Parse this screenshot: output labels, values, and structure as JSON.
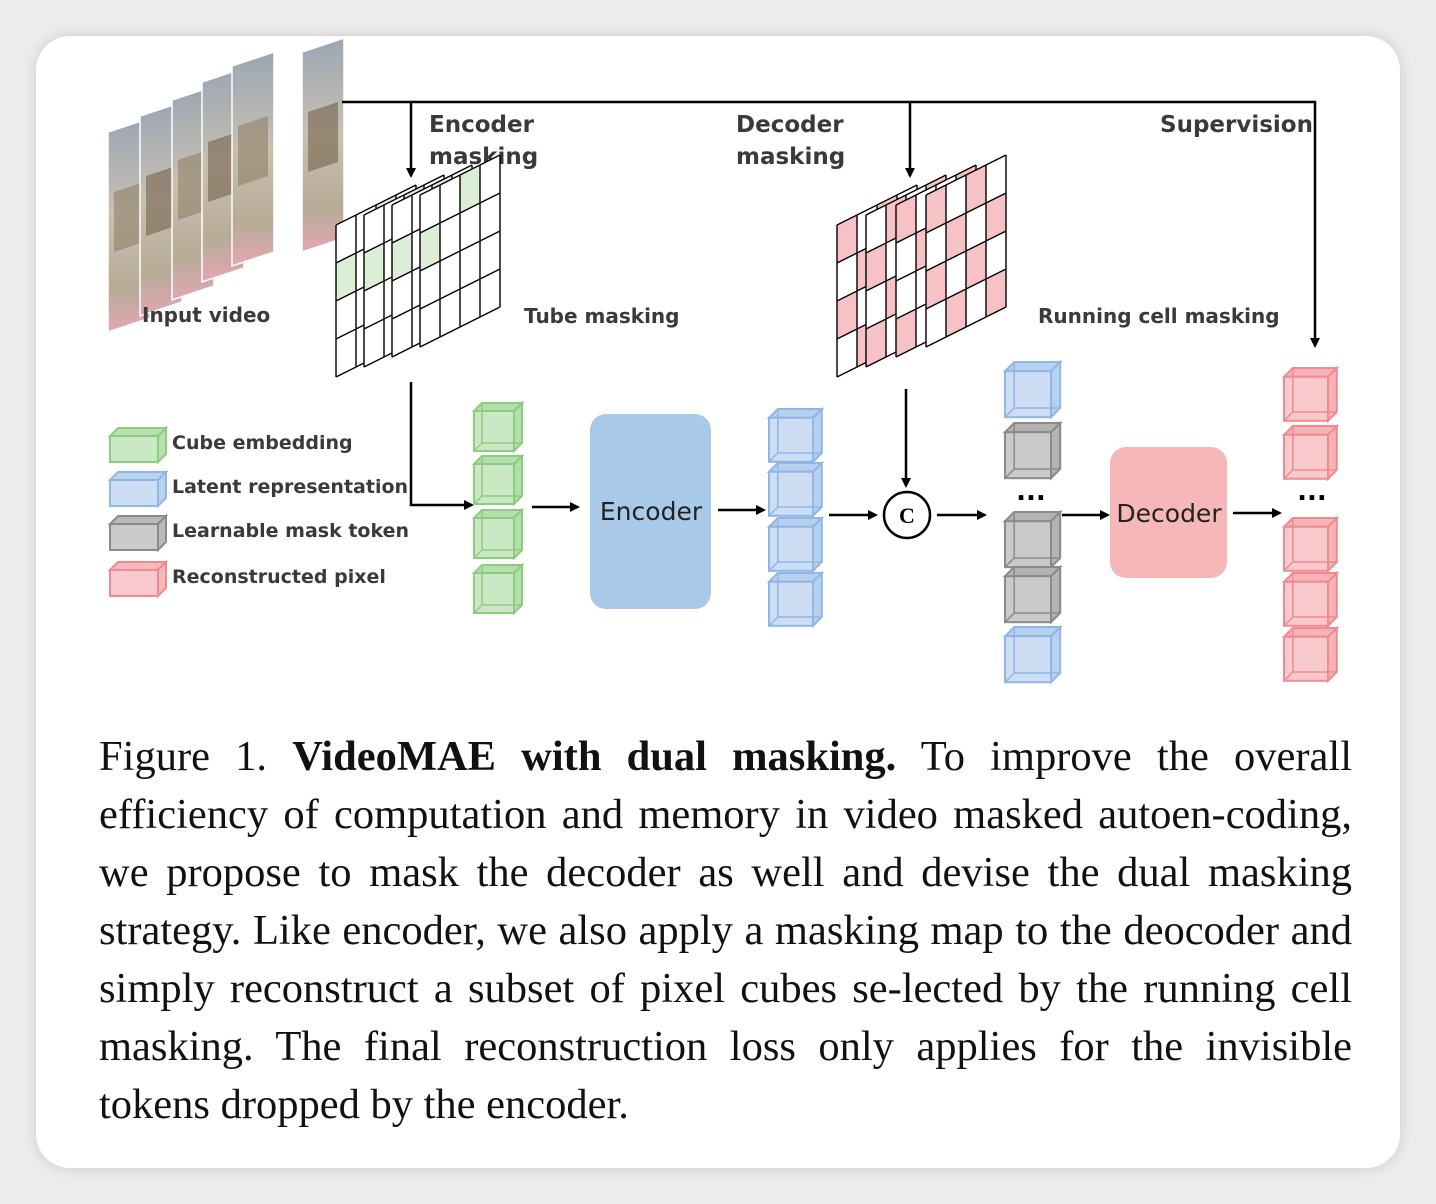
{
  "diagram": {
    "input_video_label": "Input video",
    "encoder_masking_line1": "Encoder",
    "encoder_masking_line2": "masking",
    "decoder_masking_line1": "Decoder",
    "decoder_masking_line2": "masking",
    "supervision_label": "Supervision",
    "tube_masking_label": "Tube masking",
    "running_cell_masking_label": "Running cell masking",
    "encoder_label": "Encoder",
    "decoder_label": "Decoder",
    "concat_symbol": "C",
    "ellipsis": "...",
    "legend": [
      {
        "label": "Cube embedding",
        "color": "#8ccc7e"
      },
      {
        "label": "Latent representation",
        "color": "#8fb6e6"
      },
      {
        "label": "Learnable mask token",
        "color": "#8a8a8a"
      },
      {
        "label": "Reconstructed pixel",
        "color": "#f08a90"
      }
    ],
    "colors": {
      "encoder_box": "#a9c9e8",
      "decoder_box": "#f6b7b9",
      "tube_mask_cell": "#dcefd6",
      "running_mask_cell": "#f7c2c6"
    }
  },
  "caption": {
    "prefix": "Figure 1.",
    "title": "VideoMAE with dual masking.",
    "body": "To improve the overall efficiency of computation and memory in video masked autoen-coding, we propose to mask the decoder as well and devise the dual masking strategy. Like encoder, we also apply a masking map to the deocoder and simply reconstruct a subset of pixel cubes se-lected by the running cell masking. The final reconstruction loss only applies for the invisible tokens dropped by the encoder."
  }
}
